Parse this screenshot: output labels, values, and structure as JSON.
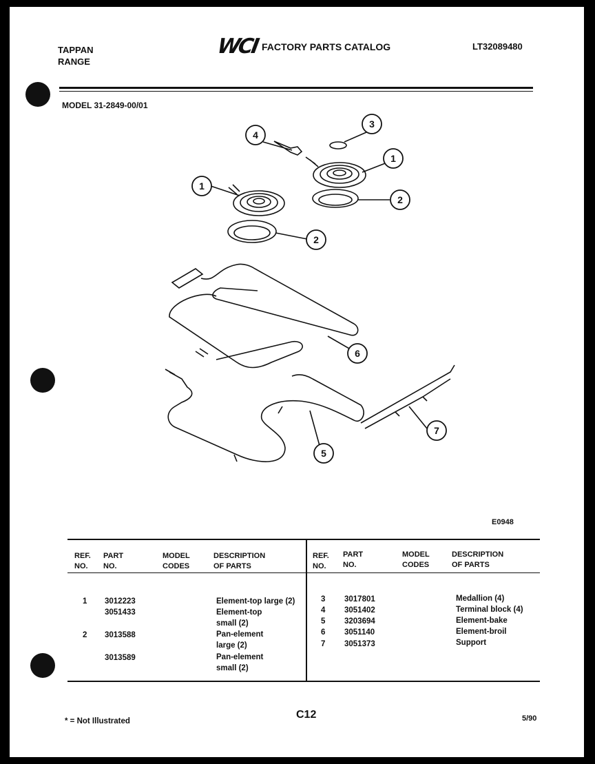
{
  "header": {
    "brand_line1": "TAPPAN",
    "brand_line2": "RANGE",
    "logo": "WCI",
    "catalog_title": "FACTORY PARTS CATALOG",
    "catalog_number": "LT32089480"
  },
  "model": "MODEL 31-2849-00/01",
  "diagram": {
    "code": "E0948",
    "callouts": [
      "1",
      "1",
      "2",
      "2",
      "3",
      "4",
      "5",
      "6",
      "7"
    ]
  },
  "table": {
    "headers": {
      "ref_no": "REF. NO.",
      "part_no": "PART NO.",
      "model_codes": "MODEL CODES",
      "description": "DESCRIPTION OF PARTS"
    },
    "left_rows": [
      {
        "ref": "1",
        "part": "3012223",
        "desc": "Element-top large (2)"
      },
      {
        "ref": "",
        "part": "3051433",
        "desc": "Element-top"
      },
      {
        "ref": "",
        "part": "",
        "desc": "small (2)"
      },
      {
        "ref": "2",
        "part": "3013588",
        "desc": "Pan-element"
      },
      {
        "ref": "",
        "part": "",
        "desc": "large (2)"
      },
      {
        "ref": "",
        "part": "3013589",
        "desc": "Pan-element"
      },
      {
        "ref": "",
        "part": "",
        "desc": "small (2)"
      }
    ],
    "right_rows": [
      {
        "ref": "3",
        "part": "3017801",
        "desc": "Medallion (4)"
      },
      {
        "ref": "4",
        "part": "3051402",
        "desc": "Terminal block (4)"
      },
      {
        "ref": "5",
        "part": "3203694",
        "desc": "Element-bake"
      },
      {
        "ref": "6",
        "part": "3051140",
        "desc": "Element-broil"
      },
      {
        "ref": "7",
        "part": "3051373",
        "desc": "Support"
      }
    ]
  },
  "footer": {
    "note": "* = Not Illustrated",
    "page_code": "C12",
    "date": "5/90"
  }
}
